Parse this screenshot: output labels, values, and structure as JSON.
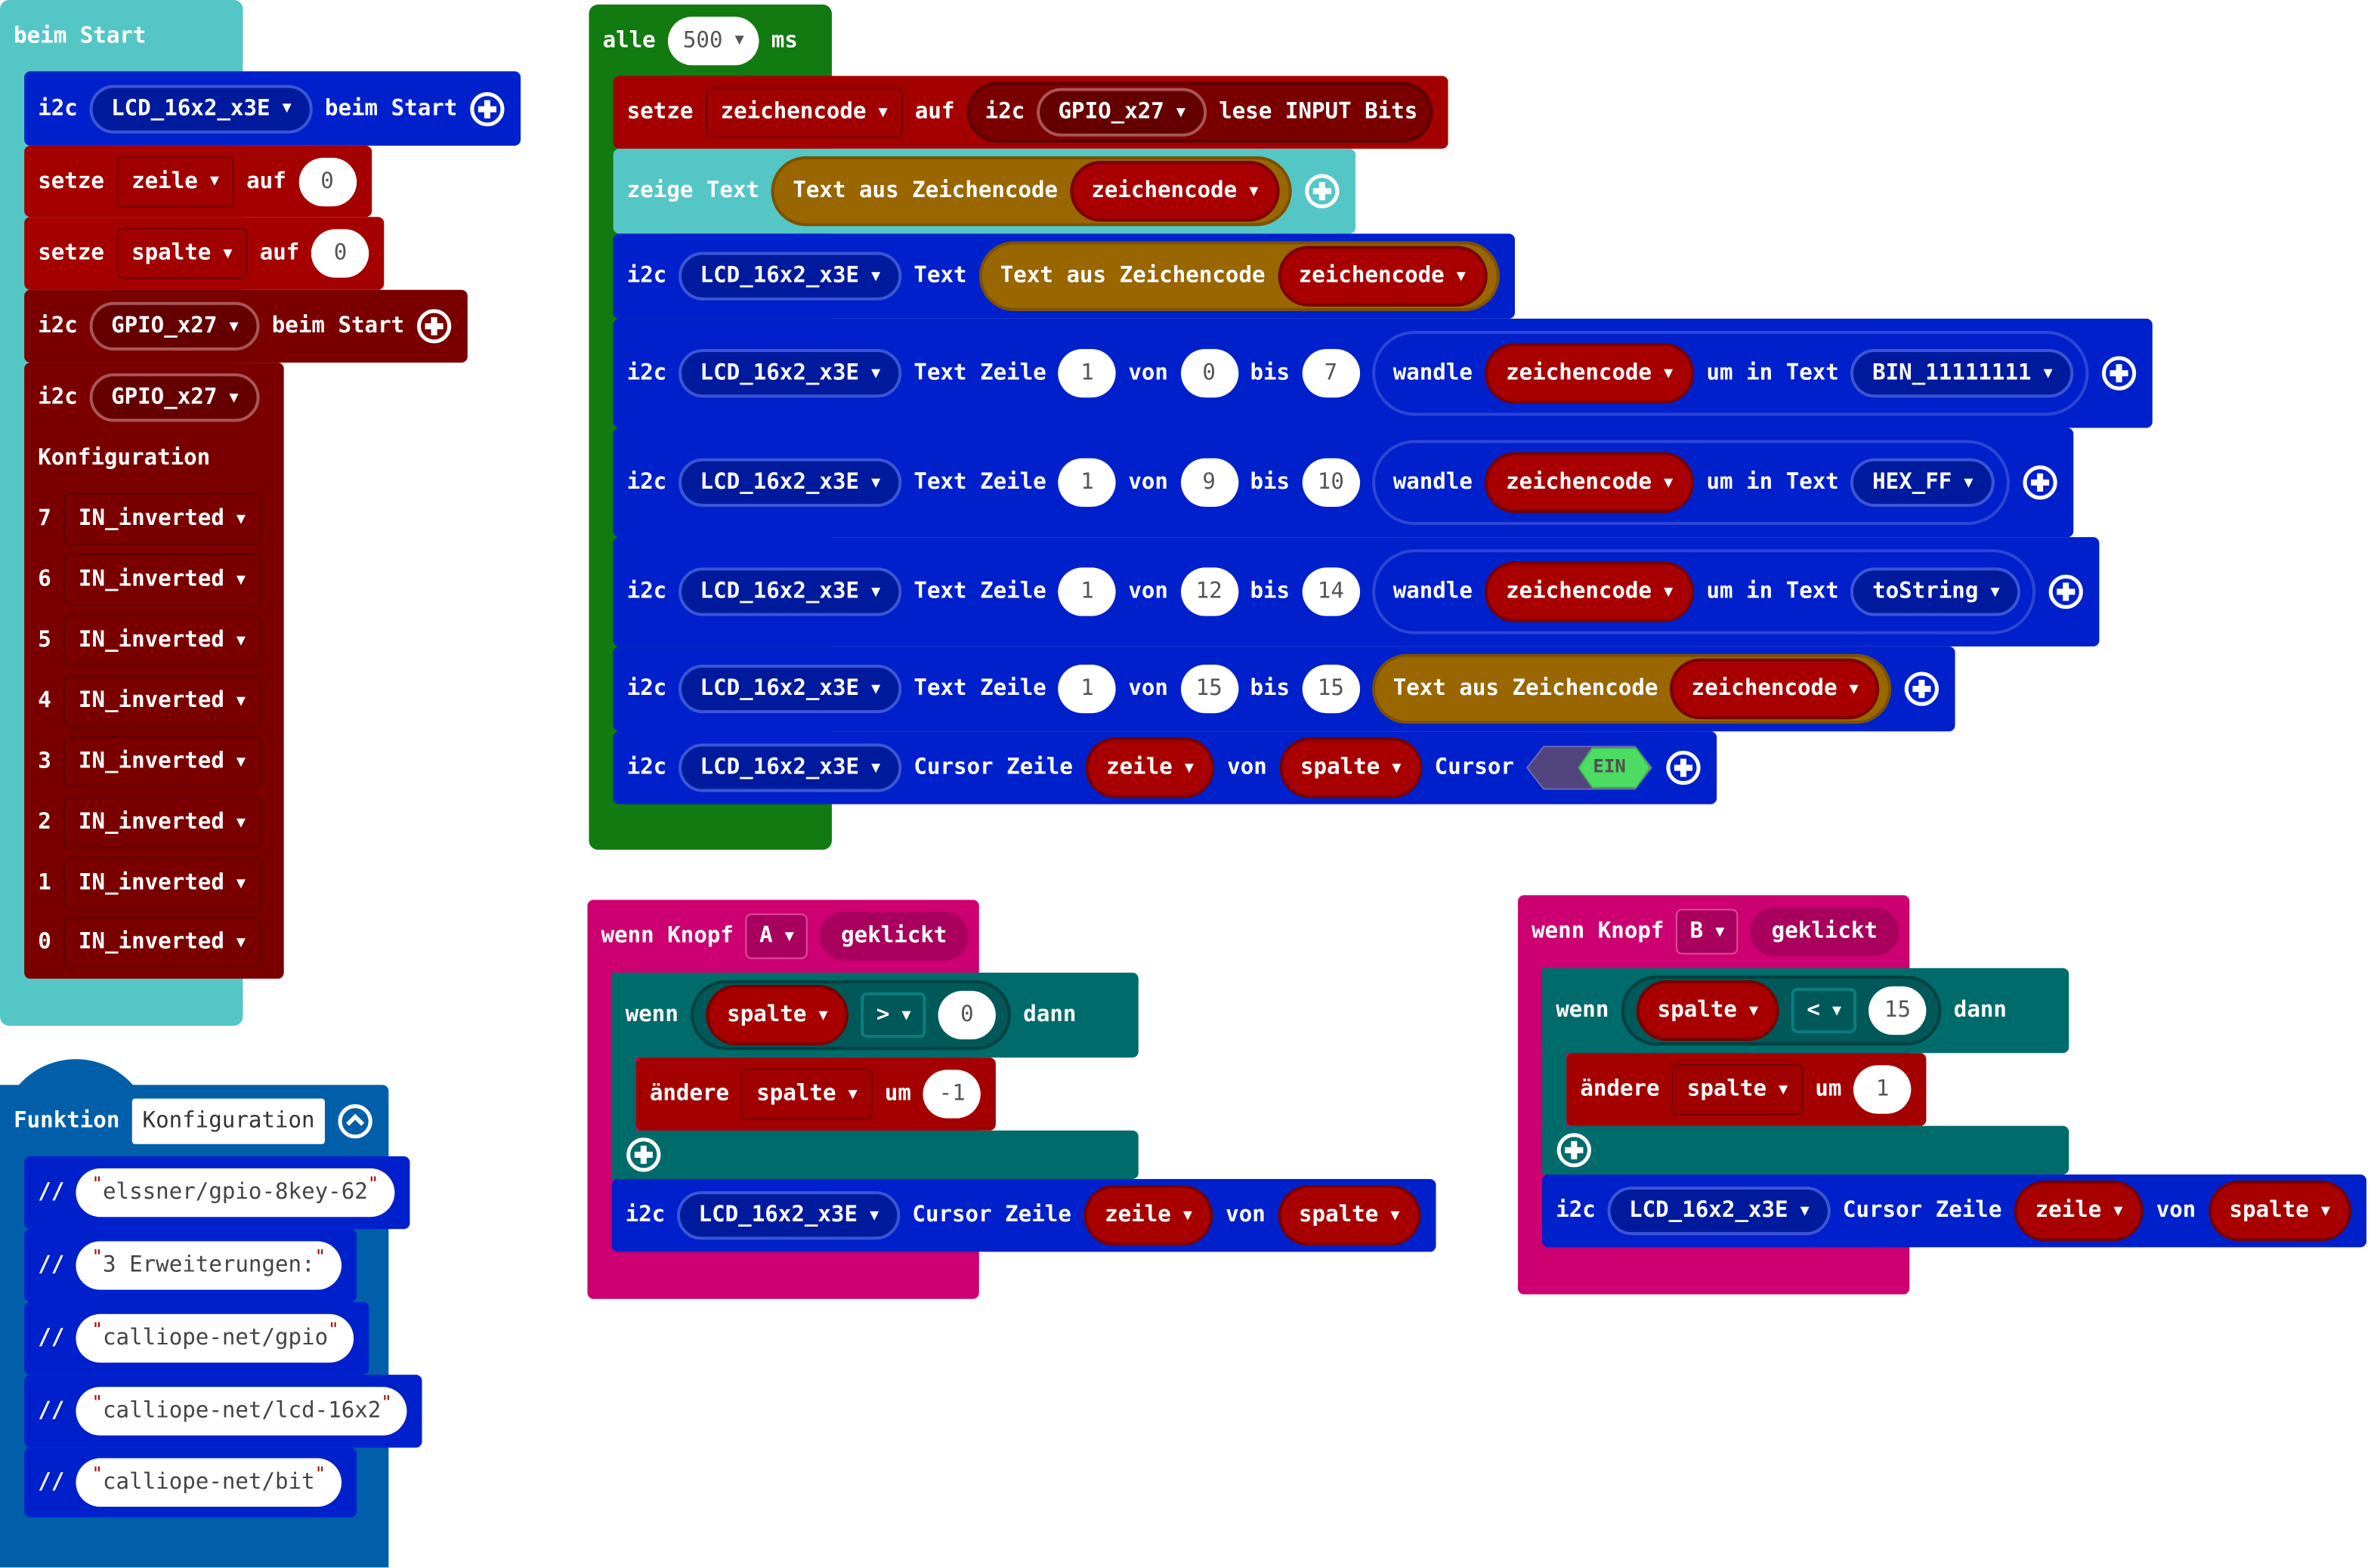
{
  "colors": {
    "start": "#55c6c6",
    "i2c": "#0020cc",
    "variables": "#a50000",
    "gpio": "#7a0000",
    "loop": "#117a11",
    "input": "#cc0071",
    "logic": "#006b6b",
    "function": "#005fa8",
    "text": "#996600"
  },
  "blocks": {
    "bs_hat": {
      "tokens": [
        {
          "k": "t",
          "v": "beim Start"
        }
      ]
    },
    "bs_lcd": {
      "tokens": [
        {
          "k": "t",
          "v": "i2c"
        },
        {
          "k": "dd",
          "c": "lcd",
          "v": "LCD_16x2_x3E"
        },
        {
          "k": "t",
          "v": "beim Start"
        },
        {
          "k": "plus"
        }
      ]
    },
    "bs_z": {
      "tokens": [
        {
          "k": "t",
          "v": "setze"
        },
        {
          "k": "dd",
          "c": "field",
          "v": "zeile"
        },
        {
          "k": "t",
          "v": "auf"
        },
        {
          "k": "num",
          "v": "0"
        }
      ]
    },
    "bs_s": {
      "tokens": [
        {
          "k": "t",
          "v": "setze"
        },
        {
          "k": "dd",
          "c": "field",
          "v": "spalte"
        },
        {
          "k": "t",
          "v": "auf"
        },
        {
          "k": "num",
          "v": "0"
        }
      ]
    },
    "bs_gpio": {
      "tokens": [
        {
          "k": "t",
          "v": "i2c"
        },
        {
          "k": "dd",
          "c": "gpio",
          "v": "GPIO_x27"
        },
        {
          "k": "t",
          "v": "beim Start"
        },
        {
          "k": "plus"
        }
      ]
    },
    "cfg0": {
      "tokens": [
        {
          "k": "t",
          "v": "i2c"
        },
        {
          "k": "dd",
          "c": "gpio",
          "v": "GPIO_x27"
        }
      ]
    },
    "cfg1": {
      "tokens": [
        {
          "k": "t",
          "v": "Konfiguration"
        }
      ]
    },
    "p7": {
      "tokens": [
        {
          "k": "t",
          "v": "7"
        },
        {
          "k": "dd",
          "c": "fieldd",
          "v": "IN_inverted"
        }
      ]
    },
    "p6": {
      "tokens": [
        {
          "k": "t",
          "v": "6"
        },
        {
          "k": "dd",
          "c": "fieldd",
          "v": "IN_inverted"
        }
      ]
    },
    "p5": {
      "tokens": [
        {
          "k": "t",
          "v": "5"
        },
        {
          "k": "dd",
          "c": "fieldd",
          "v": "IN_inverted"
        }
      ]
    },
    "p4": {
      "tokens": [
        {
          "k": "t",
          "v": "4"
        },
        {
          "k": "dd",
          "c": "fieldd",
          "v": "IN_inverted"
        }
      ]
    },
    "p3": {
      "tokens": [
        {
          "k": "t",
          "v": "3"
        },
        {
          "k": "dd",
          "c": "fieldd",
          "v": "IN_inverted"
        }
      ]
    },
    "p2": {
      "tokens": [
        {
          "k": "t",
          "v": "2"
        },
        {
          "k": "dd",
          "c": "fieldd",
          "v": "IN_inverted"
        }
      ]
    },
    "p1": {
      "tokens": [
        {
          "k": "t",
          "v": "1"
        },
        {
          "k": "dd",
          "c": "fieldd",
          "v": "IN_inverted"
        }
      ]
    },
    "p0": {
      "tokens": [
        {
          "k": "t",
          "v": "0"
        },
        {
          "k": "dd",
          "c": "fieldd",
          "v": "IN_inverted"
        }
      ]
    },
    "fn_hat": {
      "tokens": [
        {
          "k": "t",
          "v": "Funktion"
        },
        {
          "k": "input",
          "v": "Konfiguration"
        },
        {
          "k": "up"
        }
      ]
    },
    "c1": {
      "tokens": [
        {
          "k": "t",
          "v": "//"
        },
        {
          "k": "str",
          "v": "elssner/gpio-8key-62"
        }
      ]
    },
    "c2": {
      "tokens": [
        {
          "k": "t",
          "v": "//"
        },
        {
          "k": "str",
          "v": "3 Erweiterungen:"
        }
      ]
    },
    "c3": {
      "tokens": [
        {
          "k": "t",
          "v": "//"
        },
        {
          "k": "str",
          "v": "calliope-net/gpio"
        }
      ]
    },
    "c4": {
      "tokens": [
        {
          "k": "t",
          "v": "//"
        },
        {
          "k": "str",
          "v": "calliope-net/lcd-16x2"
        }
      ]
    },
    "c5": {
      "tokens": [
        {
          "k": "t",
          "v": "//"
        },
        {
          "k": "str",
          "v": "calliope-net/bit"
        }
      ]
    },
    "loop_hat": {
      "tokens": [
        {
          "k": "t",
          "v": "alle"
        },
        {
          "k": "numdd",
          "v": "500"
        },
        {
          "k": "t",
          "v": "ms"
        }
      ]
    },
    "l1": {
      "tokens": [
        {
          "k": "t",
          "v": "setze"
        },
        {
          "k": "dd",
          "c": "field",
          "v": "zeichencode"
        },
        {
          "k": "t",
          "v": "auf"
        },
        {
          "k": "rep",
          "c": "gpiorep",
          "items": [
            {
              "k": "t",
              "v": "i2c"
            },
            {
              "k": "dd",
              "c": "gpio",
              "v": "GPIO_x27"
            },
            {
              "k": "t",
              "v": "lese INPUT Bits"
            }
          ]
        }
      ]
    },
    "l2": {
      "tokens": [
        {
          "k": "t",
          "v": "zeige Text"
        },
        {
          "k": "rep",
          "c": "olive",
          "items": [
            {
              "k": "t",
              "v": "Text aus Zeichencode"
            },
            {
              "k": "dd",
              "c": "var",
              "v": "zeichencode"
            }
          ]
        },
        {
          "k": "plus"
        }
      ]
    },
    "l3": {
      "tokens": [
        {
          "k": "t",
          "v": "i2c"
        },
        {
          "k": "dd",
          "c": "lcd",
          "v": "LCD_16x2_x3E"
        },
        {
          "k": "t",
          "v": "Text"
        },
        {
          "k": "rep",
          "c": "olive",
          "items": [
            {
              "k": "t",
              "v": "Text aus Zeichencode"
            },
            {
              "k": "dd",
              "c": "var",
              "v": "zeichencode"
            }
          ]
        }
      ]
    },
    "l4": {
      "tokens": [
        {
          "k": "t",
          "v": "i2c"
        },
        {
          "k": "dd",
          "c": "lcd",
          "v": "LCD_16x2_x3E"
        },
        {
          "k": "t",
          "v": "Text Zeile"
        },
        {
          "k": "num",
          "v": "1"
        },
        {
          "k": "t",
          "v": "von"
        },
        {
          "k": "num",
          "v": "0"
        },
        {
          "k": "t",
          "v": "bis"
        },
        {
          "k": "num",
          "v": "7"
        },
        {
          "k": "rep",
          "c": "wandle",
          "items": [
            {
              "k": "t",
              "v": "wandle"
            },
            {
              "k": "dd",
              "c": "var",
              "v": "zeichencode"
            },
            {
              "k": "t",
              "v": "um in Text"
            },
            {
              "k": "dd",
              "c": "lcd",
              "v": "BIN_11111111"
            }
          ]
        },
        {
          "k": "plus"
        }
      ]
    },
    "l5": {
      "tokens": [
        {
          "k": "t",
          "v": "i2c"
        },
        {
          "k": "dd",
          "c": "lcd",
          "v": "LCD_16x2_x3E"
        },
        {
          "k": "t",
          "v": "Text Zeile"
        },
        {
          "k": "num",
          "v": "1"
        },
        {
          "k": "t",
          "v": "von"
        },
        {
          "k": "num",
          "v": "9"
        },
        {
          "k": "t",
          "v": "bis"
        },
        {
          "k": "num",
          "v": "10"
        },
        {
          "k": "rep",
          "c": "wandle",
          "items": [
            {
              "k": "t",
              "v": "wandle"
            },
            {
              "k": "dd",
              "c": "var",
              "v": "zeichencode"
            },
            {
              "k": "t",
              "v": "um in Text"
            },
            {
              "k": "dd",
              "c": "lcd",
              "v": "HEX_FF"
            }
          ]
        },
        {
          "k": "plus"
        }
      ]
    },
    "l6": {
      "tokens": [
        {
          "k": "t",
          "v": "i2c"
        },
        {
          "k": "dd",
          "c": "lcd",
          "v": "LCD_16x2_x3E"
        },
        {
          "k": "t",
          "v": "Text Zeile"
        },
        {
          "k": "num",
          "v": "1"
        },
        {
          "k": "t",
          "v": "von"
        },
        {
          "k": "num",
          "v": "12"
        },
        {
          "k": "t",
          "v": "bis"
        },
        {
          "k": "num",
          "v": "14"
        },
        {
          "k": "rep",
          "c": "wandle",
          "items": [
            {
              "k": "t",
              "v": "wandle"
            },
            {
              "k": "dd",
              "c": "var",
              "v": "zeichencode"
            },
            {
              "k": "t",
              "v": "um in Text"
            },
            {
              "k": "dd",
              "c": "lcd",
              "v": "toString"
            }
          ]
        },
        {
          "k": "plus"
        }
      ]
    },
    "l7": {
      "tokens": [
        {
          "k": "t",
          "v": "i2c"
        },
        {
          "k": "dd",
          "c": "lcd",
          "v": "LCD_16x2_x3E"
        },
        {
          "k": "t",
          "v": "Text Zeile"
        },
        {
          "k": "num",
          "v": "1"
        },
        {
          "k": "t",
          "v": "von"
        },
        {
          "k": "num",
          "v": "15"
        },
        {
          "k": "t",
          "v": "bis"
        },
        {
          "k": "num",
          "v": "15"
        },
        {
          "k": "rep",
          "c": "olive",
          "items": [
            {
              "k": "t",
              "v": "Text aus Zeichencode"
            },
            {
              "k": "dd",
              "c": "var",
              "v": "zeichencode"
            }
          ]
        },
        {
          "k": "plus"
        }
      ]
    },
    "l8": {
      "tokens": [
        {
          "k": "t",
          "v": "i2c"
        },
        {
          "k": "dd",
          "c": "lcd",
          "v": "LCD_16x2_x3E"
        },
        {
          "k": "t",
          "v": "Cursor Zeile"
        },
        {
          "k": "dd",
          "c": "var",
          "v": "zeile"
        },
        {
          "k": "t",
          "v": "von"
        },
        {
          "k": "dd",
          "c": "var",
          "v": "spalte"
        },
        {
          "k": "t",
          "v": "Cursor"
        },
        {
          "k": "toggle",
          "v": "EIN"
        },
        {
          "k": "plus"
        }
      ]
    },
    "ba_hat": {
      "tokens": [
        {
          "k": "t",
          "v": "wenn Knopf"
        },
        {
          "k": "dd",
          "c": "mag",
          "v": "A"
        },
        {
          "k": "pill",
          "c": "magpill",
          "v": "geklickt"
        }
      ]
    },
    "ba_if": {
      "tokens": [
        {
          "k": "t",
          "v": "wenn"
        },
        {
          "k": "rep",
          "c": "hex",
          "items": [
            {
              "k": "dd",
              "c": "var",
              "v": "spalte"
            },
            {
              "k": "dd",
              "c": "op",
              "v": ">"
            },
            {
              "k": "num",
              "v": "0"
            }
          ]
        },
        {
          "k": "t",
          "v": "dann"
        }
      ]
    },
    "ba_ch": {
      "tokens": [
        {
          "k": "t",
          "v": "ändere"
        },
        {
          "k": "dd",
          "c": "field",
          "v": "spalte"
        },
        {
          "k": "t",
          "v": "um"
        },
        {
          "k": "num",
          "v": "-1"
        }
      ]
    },
    "ba_plus": {
      "tokens": [
        {
          "k": "plus"
        }
      ]
    },
    "ba_lcd": {
      "tokens": [
        {
          "k": "t",
          "v": "i2c"
        },
        {
          "k": "dd",
          "c": "lcd",
          "v": "LCD_16x2_x3E"
        },
        {
          "k": "t",
          "v": "Cursor Zeile"
        },
        {
          "k": "dd",
          "c": "var",
          "v": "zeile"
        },
        {
          "k": "t",
          "v": "von"
        },
        {
          "k": "dd",
          "c": "var",
          "v": "spalte"
        }
      ]
    },
    "bb_hat": {
      "tokens": [
        {
          "k": "t",
          "v": "wenn Knopf"
        },
        {
          "k": "dd",
          "c": "mag",
          "v": "B"
        },
        {
          "k": "pill",
          "c": "magpill",
          "v": "geklickt"
        }
      ]
    },
    "bb_if": {
      "tokens": [
        {
          "k": "t",
          "v": "wenn"
        },
        {
          "k": "rep",
          "c": "hex",
          "items": [
            {
              "k": "dd",
              "c": "var",
              "v": "spalte"
            },
            {
              "k": "dd",
              "c": "op",
              "v": "<"
            },
            {
              "k": "num",
              "v": "15"
            }
          ]
        },
        {
          "k": "t",
          "v": "dann"
        }
      ]
    },
    "bb_ch": {
      "tokens": [
        {
          "k": "t",
          "v": "ändere"
        },
        {
          "k": "dd",
          "c": "field",
          "v": "spalte"
        },
        {
          "k": "t",
          "v": "um"
        },
        {
          "k": "num",
          "v": "1"
        }
      ]
    },
    "bb_plus": {
      "tokens": [
        {
          "k": "plus"
        }
      ]
    },
    "bb_lcd": {
      "tokens": [
        {
          "k": "t",
          "v": "i2c"
        },
        {
          "k": "dd",
          "c": "lcd",
          "v": "LCD_16x2_x3E"
        },
        {
          "k": "t",
          "v": "Cursor Zeile"
        },
        {
          "k": "dd",
          "c": "var",
          "v": "zeile"
        },
        {
          "k": "t",
          "v": "von"
        },
        {
          "k": "dd",
          "c": "var",
          "v": "spalte"
        }
      ]
    }
  }
}
